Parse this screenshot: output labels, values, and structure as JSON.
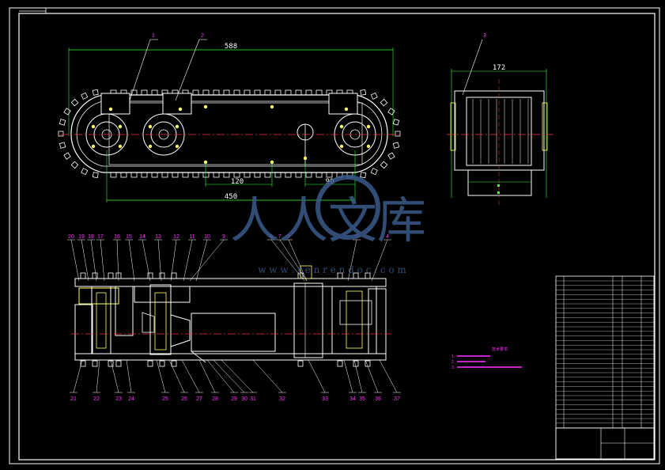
{
  "dimensions": {
    "overall_length": "588",
    "wheel_base": "450",
    "spacing_a": "120",
    "spacing_b": "90",
    "width": "172"
  },
  "callouts_top": [
    "1",
    "2",
    "3"
  ],
  "callouts_section_top": [
    "20",
    "19",
    "18",
    "17",
    "16",
    "15",
    "14",
    "13",
    "12",
    "11",
    "10",
    "9",
    "8",
    "7",
    "5",
    "6",
    "4"
  ],
  "callouts_section_bottom": [
    "21",
    "22",
    "23",
    "24",
    "25",
    "26",
    "27",
    "28",
    "29",
    "30",
    "31",
    "32",
    "33",
    "34",
    "35",
    "36",
    "37"
  ],
  "notes": {
    "title": "技术要求",
    "items": [
      "1.",
      "2.",
      "3."
    ]
  },
  "section_title": "",
  "watermark": {
    "text": "人人文库",
    "url": "w w w . r e n r e n d o c . c o m"
  },
  "colors": {
    "frame": "#ffffff",
    "outline": "#ffffff",
    "center_line": "#ff3333",
    "dimension": "#33ff33",
    "callout": "#ff33ff",
    "parts": "#ffff66",
    "cyan": "#33ffff"
  }
}
